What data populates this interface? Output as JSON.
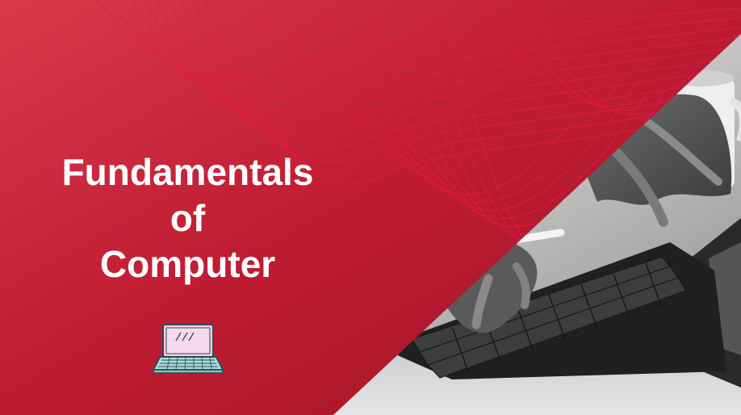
{
  "slide": {
    "title_lines": [
      "Fundamentals",
      "of",
      "Computer"
    ],
    "photo": "hands-typing-on-tablet-keyboard (grayscale)",
    "icon": "laptop-icon",
    "colors": {
      "red_dark": "#9e1424",
      "red_mid": "#c11d34",
      "red_light": "#d83a4c",
      "wave_lines": "#e8184a",
      "text": "#ffffff",
      "icon_screen": "#f3cfe6",
      "icon_body": "#a9ded9"
    }
  }
}
